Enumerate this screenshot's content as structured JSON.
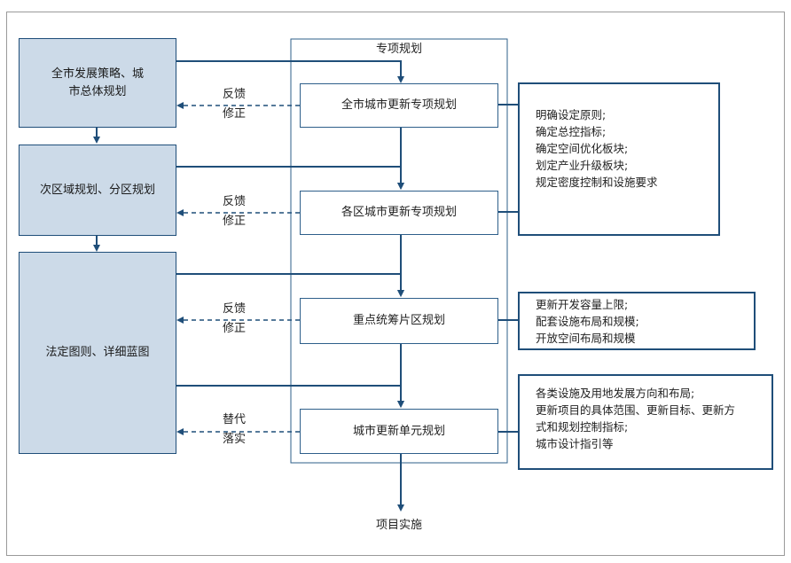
{
  "diagram": {
    "special_planning_title": "专项规划",
    "left_boxes": [
      {
        "id": "city-strategy",
        "label": "全市发展策略、城市总体规划"
      },
      {
        "id": "district",
        "label": "次区域规划、分区规划"
      },
      {
        "id": "statutory",
        "label": "法定图则、详细蓝图"
      }
    ],
    "middle_boxes": [
      {
        "id": "city-renewal",
        "label": "全市城市更新专项规划"
      },
      {
        "id": "district-renewal",
        "label": "各区城市更新专项规划"
      },
      {
        "id": "key-area",
        "label": "重点统筹片区规划"
      },
      {
        "id": "unit",
        "label": "城市更新单元规划"
      }
    ],
    "feedback_labels": [
      {
        "top": "反馈",
        "bottom": "修正"
      },
      {
        "top": "反馈",
        "bottom": "修正"
      },
      {
        "top": "反馈",
        "bottom": "修正"
      },
      {
        "top": "替代",
        "bottom": "落实"
      }
    ],
    "notes": [
      {
        "lines": [
          "明确设定原则;",
          "确定总控指标;",
          "确定空间优化板块;",
          "划定产业升级板块;",
          "规定密度控制和设施要求"
        ]
      },
      {
        "lines": [
          "更新开发容量上限;",
          "配套设施布局和规模;",
          "开放空间布局和规模"
        ]
      },
      {
        "lines": [
          "各类设施及用地发展方向和布局;",
          "更新项目的具体范围、更新目标、更新方",
          "式和规划控制指标;",
          "城市设计指引等"
        ]
      }
    ],
    "final_label": "项目实施",
    "colors": {
      "line": "#1f4e79",
      "left_fill": "#ccdae8"
    }
  }
}
